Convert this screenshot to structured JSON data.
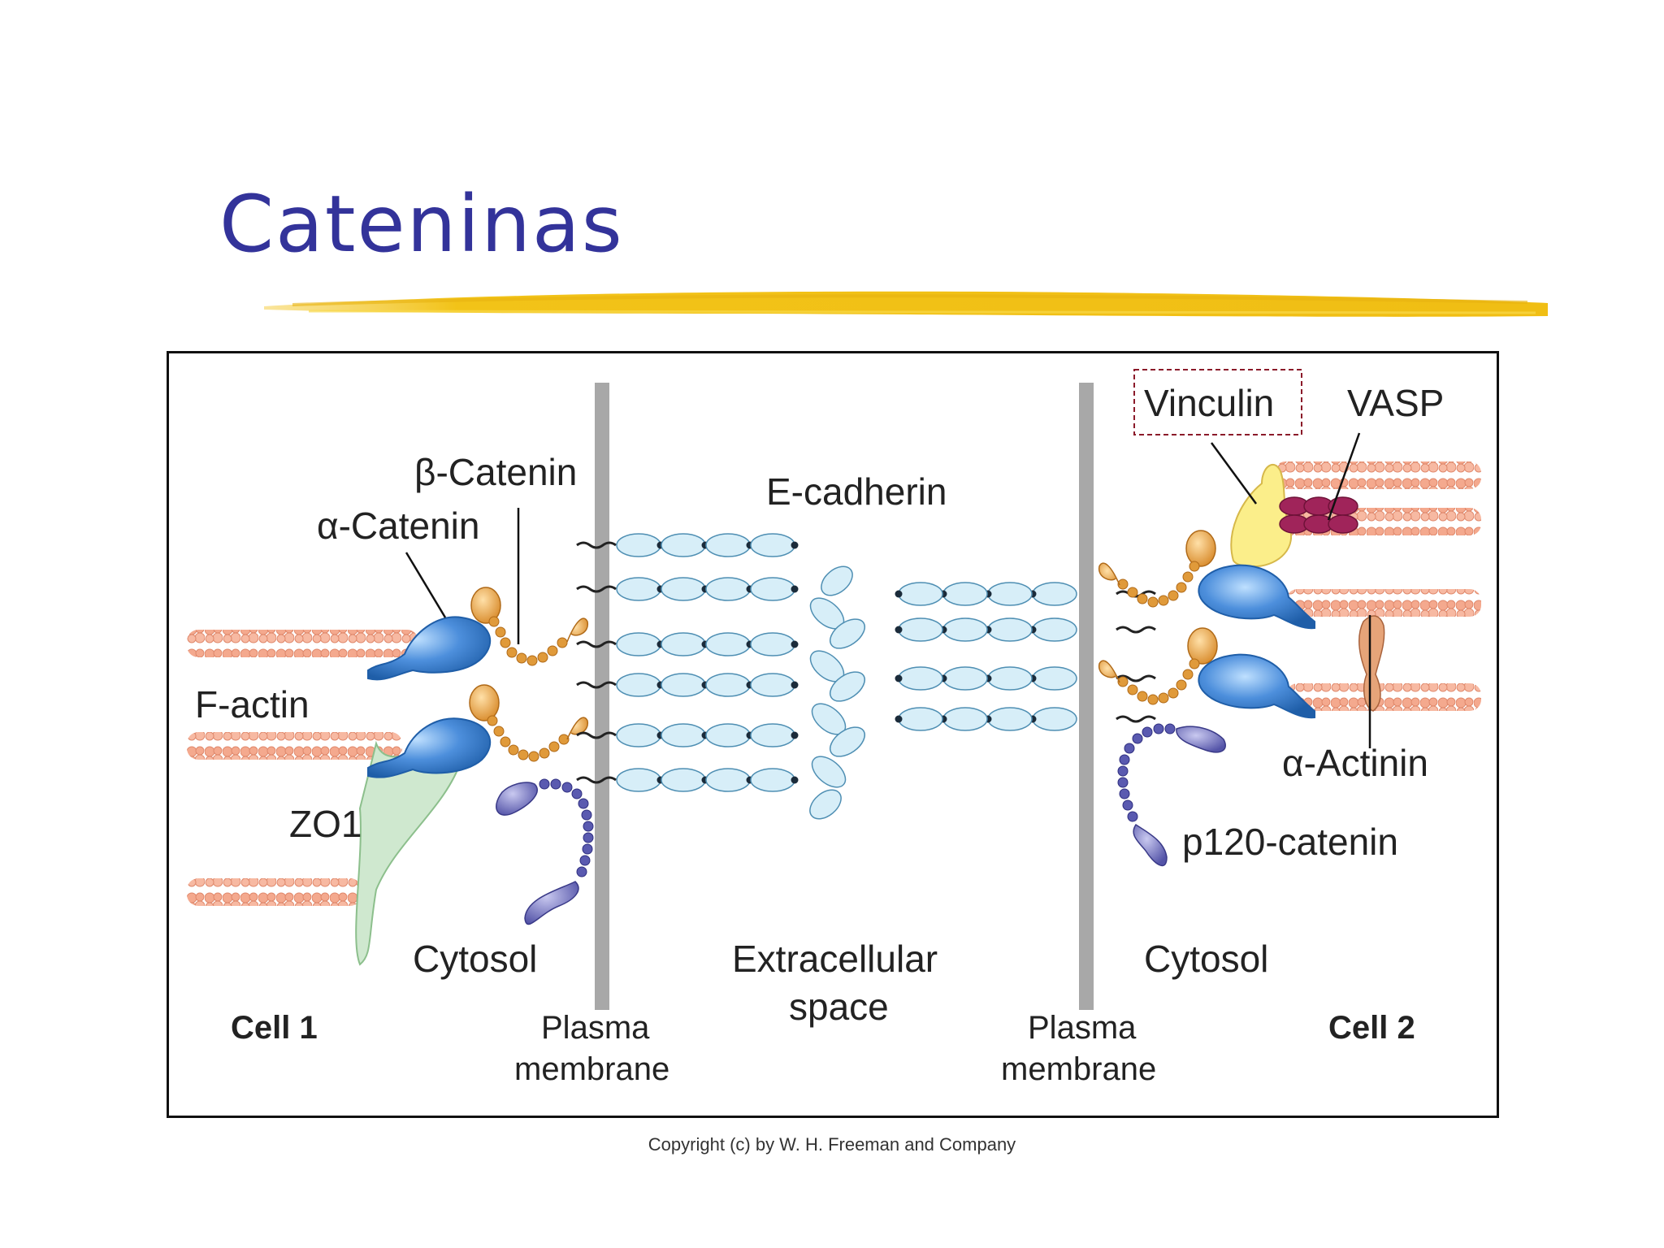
{
  "slide": {
    "title": "Cateninas",
    "copyright": "Copyright (c) by W. H. Freeman and Company"
  },
  "diagram": {
    "labels": {
      "beta_catenin": "β-Catenin",
      "alpha_catenin": "α-Catenin",
      "e_cadherin": "E-cadherin",
      "vinculin": "Vinculin",
      "vasp": "VASP",
      "f_actin": "F-actin",
      "zo1": "ZO1",
      "alpha_actinin": "α-Actinin",
      "p120_catenin": "p120-catenin",
      "cytosol_left": "Cytosol",
      "cytosol_right": "Cytosol",
      "extracellular_1": "Extracellular",
      "extracellular_2": "space",
      "cell1": "Cell 1",
      "cell2": "Cell 2",
      "plasma_left_1": "Plasma",
      "plasma_left_2": "membrane",
      "plasma_right_1": "Plasma",
      "plasma_right_2": "membrane"
    },
    "colors": {
      "title": "#33339a",
      "highlight": "#f2c318",
      "actin": "#f4a98e",
      "catenin_blue": "#3d7fcf",
      "beta_orange": "#e09a3a",
      "cadherin": "#d7eef8",
      "p120": "#6a6ab8",
      "zo1": "#cfe8cf",
      "vinculin": "#fbee8a",
      "vasp": "#a0245a",
      "membrane": "#a8a8a8"
    }
  }
}
